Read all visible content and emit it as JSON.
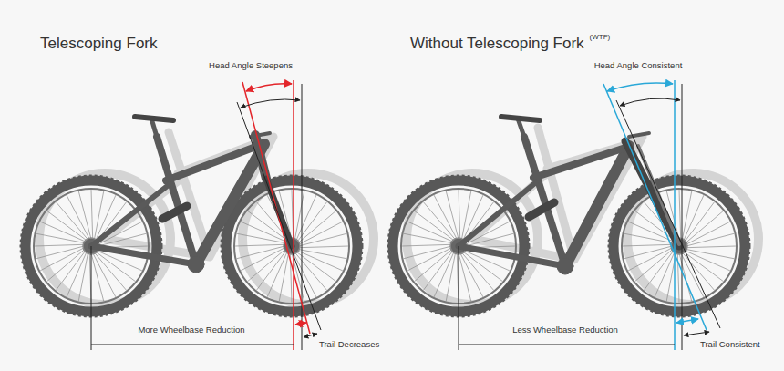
{
  "diagram": {
    "labels": [
      "Telescoping Fork",
      "Head Angle Steepens",
      "More Wheelbase Reduction",
      "Trail Decreases",
      "Without Telescoping Fork",
      "(WTF)",
      "Head Angle Consistent",
      "Less Wheelbase Reduction",
      "Trail Consistent"
    ]
  }
}
